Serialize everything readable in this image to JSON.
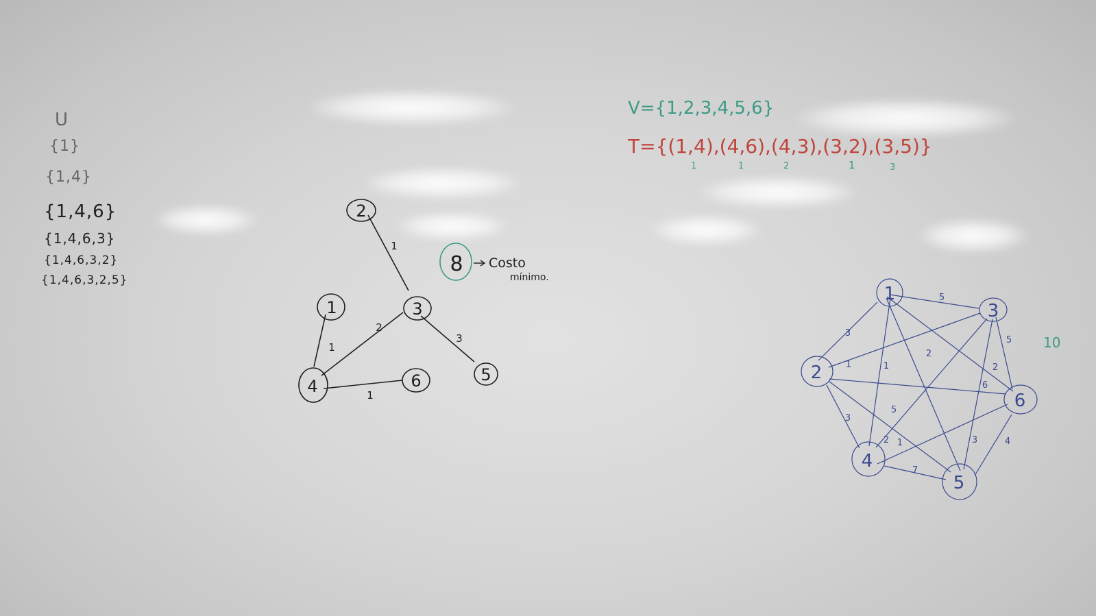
{
  "left_sequence": {
    "label": "U",
    "steps": [
      "{1}",
      "{1,4}",
      "{1,4,6}",
      "{1,4,6,3}",
      "{1,4,6,3,2}",
      "{1,4,6,3,2,5}"
    ]
  },
  "middle_tree": {
    "nodes": [
      "2",
      "1",
      "3",
      "4",
      "6",
      "5"
    ],
    "edge_weights": [
      "1",
      "1",
      "2",
      "3",
      "1"
    ],
    "cost_value": "8",
    "cost_label_line1": "Costo",
    "cost_label_line2": "mínimo."
  },
  "top_right": {
    "v_set": "V={1,2,3,4,5,6}",
    "t_set": "T={(1,4),(4,6),(4,3),(3,2),(3,5)}",
    "t_weights": [
      "1",
      "1",
      "2",
      "1",
      "3"
    ]
  },
  "right_graph": {
    "nodes": [
      "1",
      "3",
      "2",
      "6",
      "4",
      "5"
    ],
    "edge_weights": [
      "5",
      "3",
      "5",
      "2",
      "1",
      "1",
      "2",
      "6",
      "3",
      "5",
      "3",
      "4",
      "2",
      "1",
      "7"
    ],
    "side_note": "10"
  },
  "colors": {
    "black_ink": "#222222",
    "green_ink": "#3d9a86",
    "red_ink": "#c0443c",
    "blue_ink": "#3a4a8f"
  }
}
